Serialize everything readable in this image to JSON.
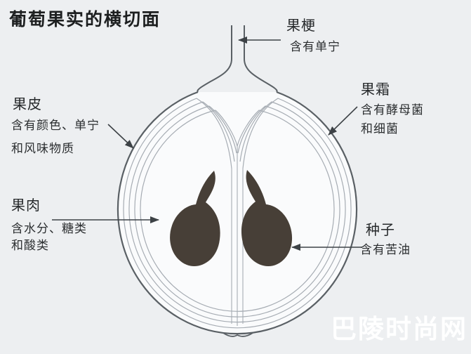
{
  "title": "葡萄果实的横切面",
  "watermark": "巴陵时尚网",
  "labels": {
    "stem": {
      "name": "果梗",
      "desc": "含有单宁"
    },
    "bloom": {
      "name": "果霜",
      "desc1": "含有酵母菌",
      "desc2": "和细菌"
    },
    "skin": {
      "name": "果皮",
      "desc1": "含有颜色、单宁",
      "desc2": "和风味物质"
    },
    "flesh": {
      "name": "果肉",
      "desc1": "含水分、糖类",
      "desc2": "和酸类"
    },
    "seed": {
      "name": "种子",
      "desc": "含有苦油"
    }
  },
  "colors": {
    "background": "#edeff1",
    "grape_interior": "#fafbfc",
    "outline_dark": "#5a6065",
    "outline_light": "#a6acb3",
    "seed_fill": "#473f37",
    "arrow": "#3d4246",
    "text": "#26292b",
    "watermark": "#ffffff"
  }
}
